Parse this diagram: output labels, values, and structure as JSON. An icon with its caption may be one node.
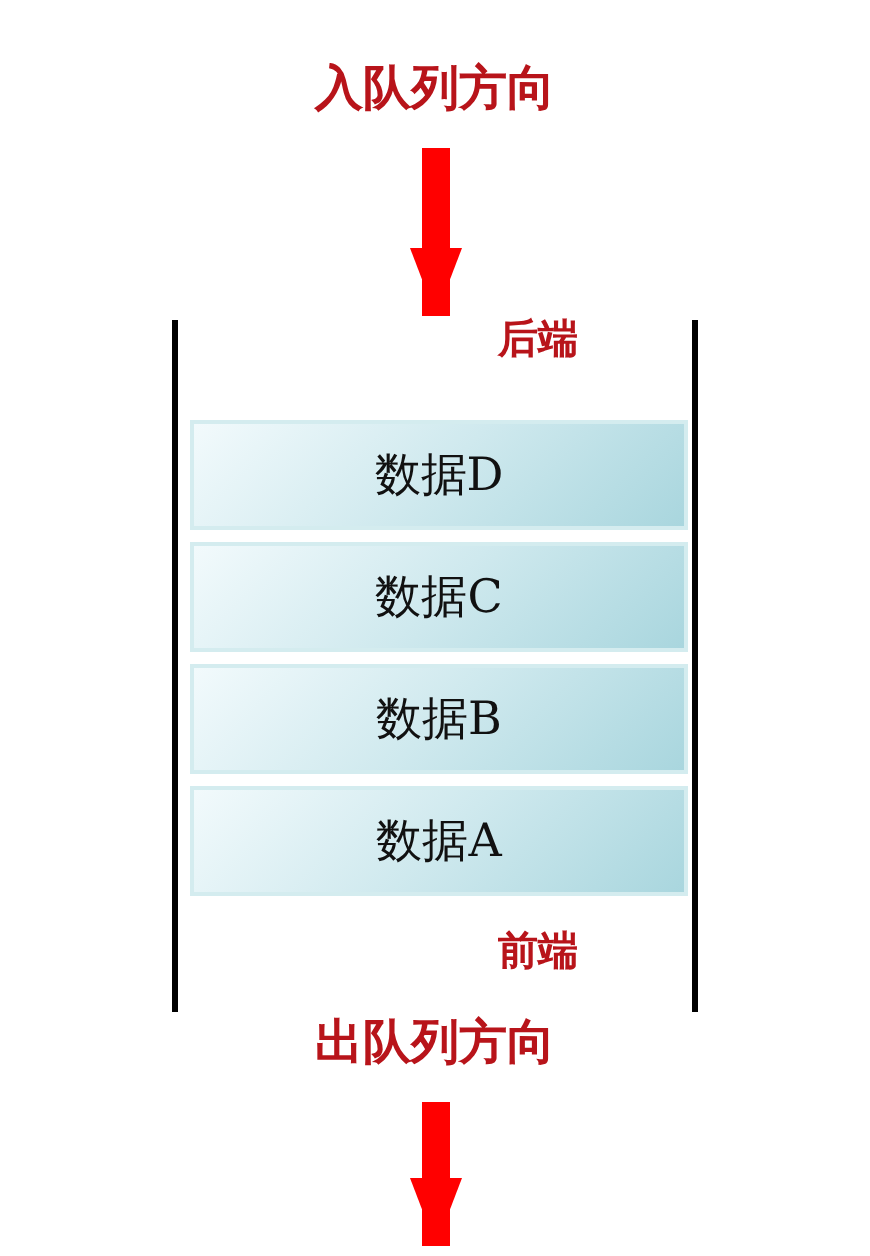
{
  "diagram": {
    "nodes": [
      {
        "text": [
          "入队列方向"
        ]
      },
      {
        "text": [
          "后端",
          "前端"
        ]
      },
      {
        "text": [
          "数据D"
        ],
        "in": 1
      },
      {
        "text": [
          "数据C"
        ],
        "in": 1
      },
      {
        "text": [
          "数据B"
        ],
        "in": 1
      },
      {
        "text": [
          "数据A"
        ],
        "in": 1
      },
      {
        "text": [
          "出队列方向"
        ]
      }
    ],
    "edges": [
      {
        "from": 0,
        "to": 1,
        "arrow": "to"
      },
      {
        "from": 6,
        "to": null,
        "arrow": "to"
      }
    ]
  }
}
